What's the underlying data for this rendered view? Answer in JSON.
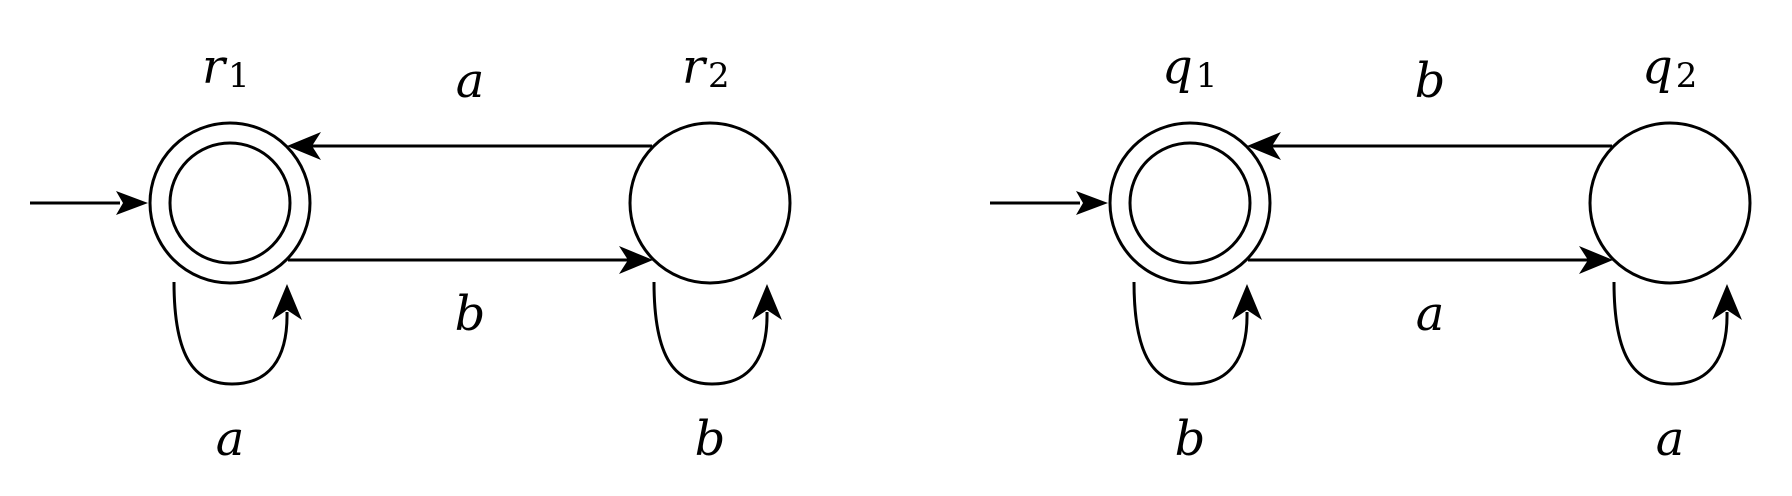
{
  "automata": [
    {
      "states": [
        {
          "base": "r",
          "index": "1",
          "start": true,
          "accepting": true
        },
        {
          "base": "r",
          "index": "2",
          "start": false,
          "accepting": false
        }
      ],
      "transitions": {
        "s1_to_s2": "b",
        "s2_to_s1": "a",
        "loop_s1": "a",
        "loop_s2": "b"
      }
    },
    {
      "states": [
        {
          "base": "q",
          "index": "1",
          "start": true,
          "accepting": true
        },
        {
          "base": "q",
          "index": "2",
          "start": false,
          "accepting": false
        }
      ],
      "transitions": {
        "s1_to_s2": "a",
        "s2_to_s1": "b",
        "loop_s1": "b",
        "loop_s2": "a"
      }
    }
  ]
}
